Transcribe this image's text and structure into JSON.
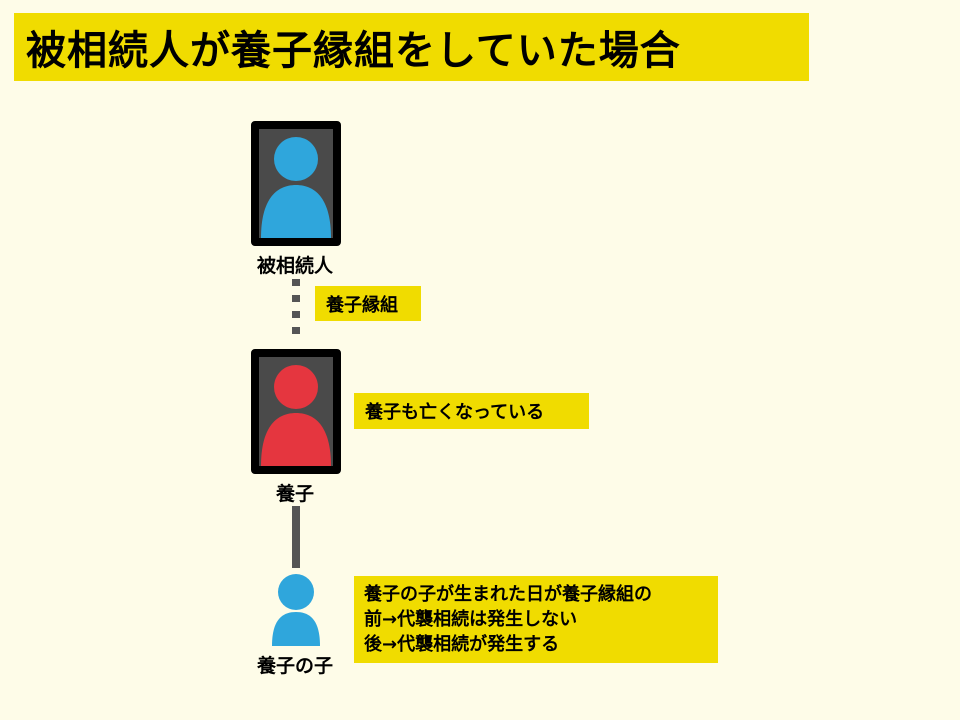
{
  "title": "被相続人が養子縁組をしていた場合",
  "people": {
    "decedent": {
      "label": "被相続人",
      "color": "#2fa6dc"
    },
    "adopted": {
      "label": "養子",
      "color": "#e5363f"
    },
    "child": {
      "label": "養子の子",
      "color": "#2fa6dc"
    }
  },
  "notes": {
    "adoption": "養子縁組",
    "deceased": "養子も亡くなっている",
    "rule": {
      "line1": "養子の子が生まれた日が養子縁組の",
      "line2": "前→代襲相続は発生しない",
      "line3": "後→代襲相続が発生する"
    }
  },
  "colors": {
    "accent": "#f0dc00",
    "background": "#fefce8",
    "frame": "#000000",
    "connector": "#555555"
  }
}
